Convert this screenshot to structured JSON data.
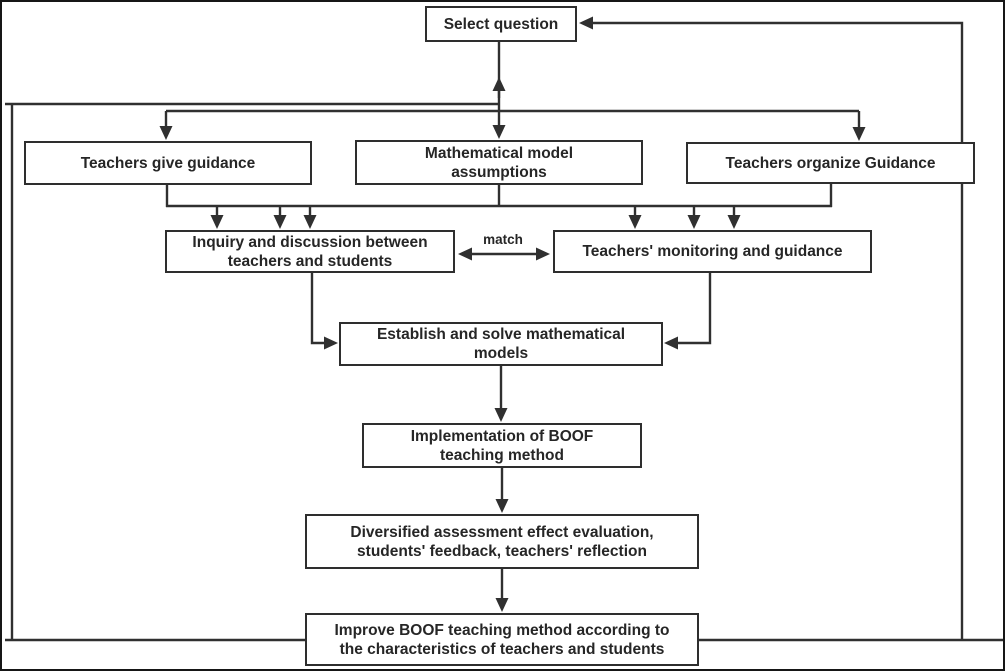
{
  "diagram_type": "flowchart",
  "labels": {
    "match": "match"
  },
  "nodes": {
    "select_question": {
      "label": "Select question"
    },
    "teachers_give_guidance": {
      "label": "Teachers give guidance"
    },
    "mathematical_model_assumptions": {
      "label": "Mathematical model assumptions"
    },
    "teachers_organize_guidance": {
      "label": "Teachers organize Guidance"
    },
    "inquiry_discussion": {
      "label": "Inquiry and discussion between teachers and students"
    },
    "teachers_monitoring": {
      "label": "Teachers' monitoring and guidance"
    },
    "establish_solve_models": {
      "label": "Establish and solve mathematical models"
    },
    "implementation_boof": {
      "label": "Implementation of BOOF teaching method"
    },
    "diversified_assessment": {
      "label": "Diversified assessment effect evaluation, students' feedback, teachers' reflection"
    },
    "improve_boof": {
      "label": "Improve BOOF teaching method according to the characteristics of teachers and students"
    }
  },
  "edges": [
    {
      "from": "select_question",
      "to": "teachers_give_guidance"
    },
    {
      "from": "select_question",
      "to": "mathematical_model_assumptions"
    },
    {
      "from": "select_question",
      "to": "teachers_organize_guidance"
    },
    {
      "from": "teachers_give_guidance",
      "to": "inquiry_discussion"
    },
    {
      "from": "mathematical_model_assumptions",
      "to": "inquiry_discussion"
    },
    {
      "from": "mathematical_model_assumptions",
      "to": "teachers_monitoring"
    },
    {
      "from": "teachers_organize_guidance",
      "to": "teachers_monitoring"
    },
    {
      "from": "inquiry_discussion",
      "to": "teachers_monitoring",
      "label": "match",
      "bidirectional": true
    },
    {
      "from": "inquiry_discussion",
      "to": "establish_solve_models"
    },
    {
      "from": "teachers_monitoring",
      "to": "establish_solve_models"
    },
    {
      "from": "establish_solve_models",
      "to": "implementation_boof"
    },
    {
      "from": "implementation_boof",
      "to": "diversified_assessment"
    },
    {
      "from": "diversified_assessment",
      "to": "improve_boof"
    },
    {
      "from": "improve_boof",
      "to": "select_question",
      "via": "left-loop"
    },
    {
      "from": "improve_boof",
      "to": "select_question",
      "via": "right-loop"
    }
  ],
  "colors": {
    "line": "#303030",
    "text": "#262626",
    "background": "#ffffff",
    "border": "#161616"
  }
}
